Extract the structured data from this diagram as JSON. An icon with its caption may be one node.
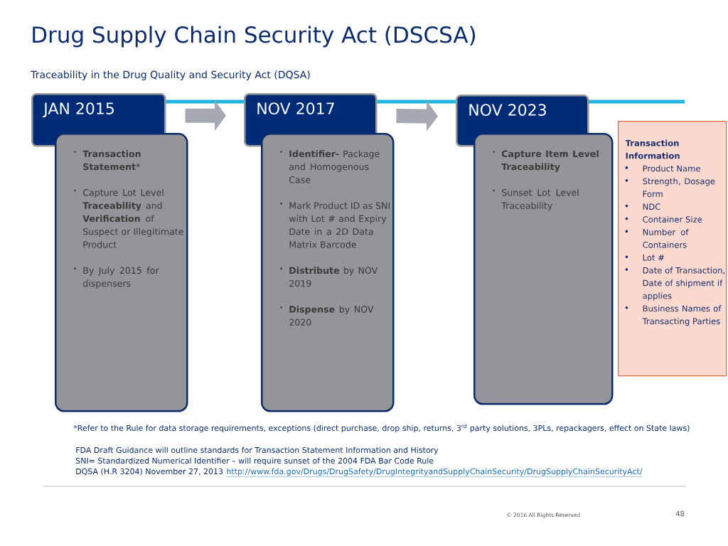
{
  "diagram": {
    "title": "Drug Supply Chain Security Act (DSCSA)",
    "nodes": [
      {
        "text": [
          "JAN 2015"
        ]
      },
      {
        "text": [
          "**Transaction Statement***",
          "Capture Lot Level **Traceability** and **Verification** of Suspect or Illegitimate Product",
          "By July 2015 for dispensers"
        ]
      },
      {
        "text": [
          "NOV 2017"
        ]
      },
      {
        "text": [
          "**Identifier-** Package and Homogenous Case",
          "Mark Product ID as SNI with Lot # and Expiry Date in a 2D Data Matrix Barcode",
          "**Distribute** by NOV 2019",
          "**Dispense** by NOV 2020"
        ]
      },
      {
        "text": [
          "NOV 2023"
        ]
      },
      {
        "text": [
          "**Capture Item Level Traceability**",
          "Sunset Lot Level Traceability"
        ]
      },
      {
        "text": [
          "Transaction Information",
          "Product Name",
          "Strength, Dosage Form",
          "NDC",
          "Container Size",
          "Number of Containers",
          "Lot #",
          "Date of Transaction, Date of shipment if applies",
          "Business Names of Transacting Parties"
        ]
      }
    ],
    "edges": [
      {
        "from": 0,
        "to": 2,
        "arrow": "to"
      },
      {
        "from": 2,
        "to": 4,
        "arrow": "to"
      }
    ],
    "labels": [
      "Traceability in the Drug Quality and Security Act (DQSA)",
      "*Refer to the Rule for data storage requirements, exceptions (direct purchase, drop ship, returns, 3$^{rd}$ party solutions, 3PLs, repackagers, effect on State laws)",
      "FDA Draft Guidance will outline standards for Transaction Statement Information and History",
      "SNI= Standardized Numerical Identifier – will require sunset of the 2004 FDA Bar Code Rule",
      "DQSA (H.R 3204) November 27, 2013",
      "http://www.fda.gov/Drugs/DrugSafety/DrugIntegrityandSupplyChainSecurity/DrugSupplyChainSecurityAct/",
      "© 2016 All Rights Reserved",
      "48"
    ]
  }
}
